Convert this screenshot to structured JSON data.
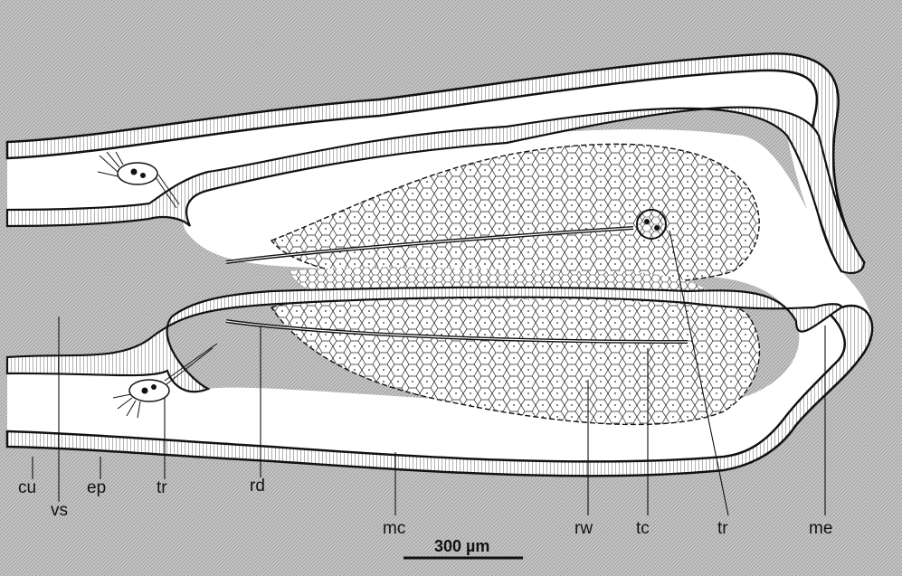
{
  "labels": {
    "cu": "cu",
    "vs": "vs",
    "ep": "ep",
    "tr_left": "tr",
    "rd": "rd",
    "mc": "mc",
    "rw": "rw",
    "tc": "tc",
    "tr_right": "tr",
    "me": "me"
  },
  "scale_bar": {
    "text": "300 µm"
  }
}
